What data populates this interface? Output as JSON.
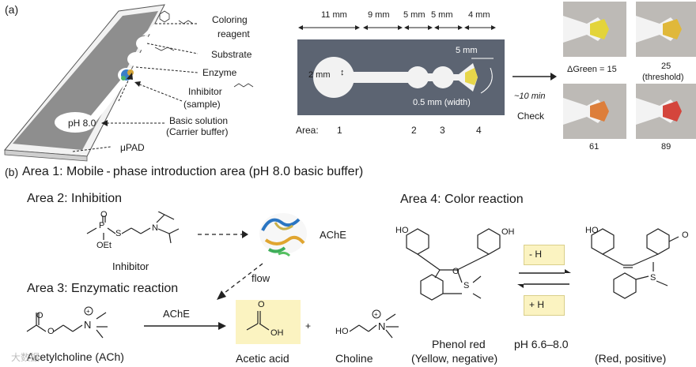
{
  "panel_a": {
    "label": "(a)",
    "device_labels": {
      "coloring_line1": "Coloring",
      "coloring_line2": "reagent",
      "substrate": "Substrate",
      "enzyme": "Enzyme",
      "inhibitor_line1": "Inhibitor",
      "inhibitor_line2": "(sample)",
      "ph": "pH 8.0",
      "basic_line1": "Basic solution",
      "basic_line2": "(Carrier buffer)",
      "upad": "μPAD"
    },
    "dimensions": {
      "d1": "11 mm",
      "d2": "9 mm",
      "d3": "5 mm",
      "d4": "5 mm",
      "d5": "4 mm",
      "circle": "2 mm",
      "tip": "5 mm",
      "width": "0.5 mm (width)"
    },
    "area_label": "Area:",
    "area_numbers": [
      "1",
      "2",
      "3",
      "4"
    ],
    "time": "~10 min",
    "check": "Check",
    "results": {
      "g15": "ΔGreen = 15",
      "g25": "25",
      "threshold": "(threshold)",
      "g61": "61",
      "g89": "89"
    }
  },
  "panel_b": {
    "label": "(b)",
    "area1": "Area 1: Mobile - phase introduction area (pH 8.0 basic buffer)",
    "area2": "Area 2: Inhibition",
    "area3": "Area 3: Enzymatic reaction",
    "area4": "Area 4: Color reaction",
    "inhibitor_atoms": {
      "p": "P",
      "o": "O",
      "s": "S",
      "oet": "OEt",
      "n": "N"
    },
    "inhibitor": "Inhibitor",
    "ache": "AChE",
    "flow": "flow",
    "ache_arrow": "AChE",
    "acetylcholine": "Acetylcholine (ACh)",
    "acetic_acid": "Acetic acid",
    "choline": "Choline",
    "plus": "+",
    "atoms": {
      "o": "O",
      "oh": "OH",
      "ho": "HO",
      "n": "N",
      "s": "S"
    },
    "minus_h": "- H",
    "plus_h": "+ H",
    "phenol_red_line1": "Phenol red",
    "phenol_red_line2": "(Yellow, negative)",
    "ph_range": "pH 6.6–8.0",
    "red_positive": "(Red, positive)"
  },
  "watermark": "大数据"
}
